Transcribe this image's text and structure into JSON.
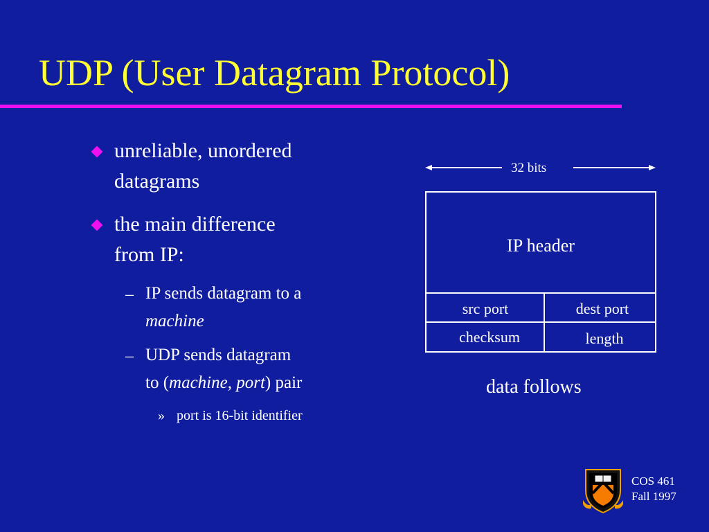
{
  "title": "UDP (User Datagram Protocol)",
  "bullets": [
    {
      "lines": [
        "unreliable, unordered",
        "datagrams"
      ]
    },
    {
      "lines": [
        "the main difference",
        "from IP:"
      ],
      "sub": [
        {
          "line1": "IP sends datagram to a",
          "line2_italic": "machine"
        },
        {
          "line1": "UDP sends datagram",
          "line2_pre": "to (",
          "line2_italic": "machine, port",
          "line2_post": ") pair"
        }
      ],
      "subsub": "port is 16-bit identifier"
    }
  ],
  "diagram": {
    "width_label": "32 bits",
    "ip_header": "IP header",
    "src_port": "src port",
    "dest_port": "dest port",
    "checksum": "checksum",
    "length": "length",
    "data_follows": "data follows"
  },
  "footer": {
    "course": "COS 461",
    "term": "Fall 1997"
  },
  "colors": {
    "background": "#0f1d9e",
    "title": "#ffff33",
    "accent": "#ee10ee"
  }
}
